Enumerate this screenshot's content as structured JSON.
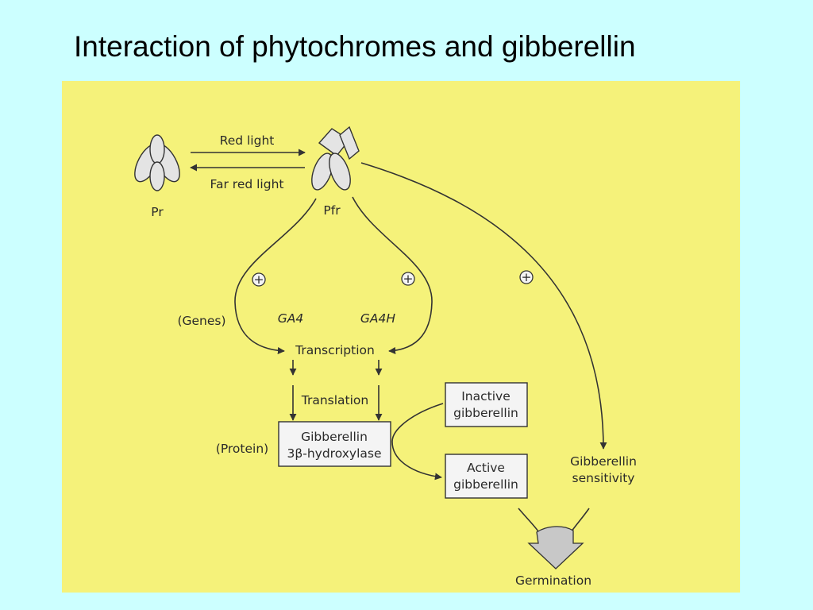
{
  "slide": {
    "title": "Interaction of phytochromes and gibberellin"
  },
  "diagram": {
    "phytochrome": {
      "pr_label": "Pr",
      "pfr_label": "Pfr",
      "red_light_label": "Red light",
      "far_red_light_label": "Far red light"
    },
    "plus_symbol": "+",
    "genes": {
      "row_label": "(Genes)",
      "gene_1": "GA4",
      "gene_2": "GA4H"
    },
    "process": {
      "transcription": "Transcription",
      "translation": "Translation"
    },
    "protein": {
      "row_label": "(Protein)",
      "enzyme_line_1": "Gibberellin",
      "enzyme_line_2": "3β-hydroxylase"
    },
    "inactive_gibberellin": {
      "line_1": "Inactive",
      "line_2": "gibberellin"
    },
    "active_gibberellin": {
      "line_1": "Active",
      "line_2": "gibberellin"
    },
    "sensitivity": {
      "line_1": "Gibberellin",
      "line_2": "sensitivity"
    },
    "outcome_label": "Germination"
  },
  "colors": {
    "background": "#CCFFFF",
    "panel": "#F5F27A",
    "box_fill": "#F4F4F4",
    "line": "#333333"
  }
}
